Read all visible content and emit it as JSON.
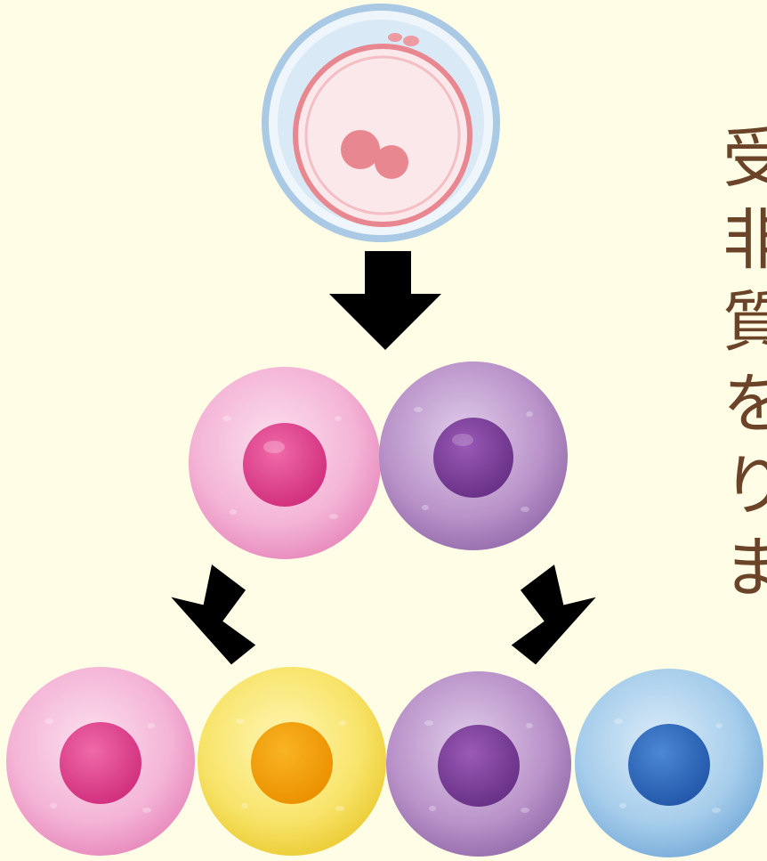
{
  "text_column": [
    "受",
    "非",
    "質",
    "を",
    "り",
    "ま"
  ],
  "colors": {
    "background": "#fffde6",
    "text": "#6a4328",
    "arrow": "#000000",
    "pink_cell": "#f2a9d0",
    "pink_nucleus": "#e0448e",
    "purple_cell": "#b68bc6",
    "purple_nucleus": "#7a3f98",
    "yellow_cell": "#f7e56c",
    "orange_nucleus": "#f2a100",
    "blue_cell": "#9fc9ea",
    "blue_nucleus": "#2f6fbf",
    "egg_membrane": "#cfe3f2",
    "egg_inner": "#fbe6e8",
    "egg_outline": "#e8868e"
  }
}
